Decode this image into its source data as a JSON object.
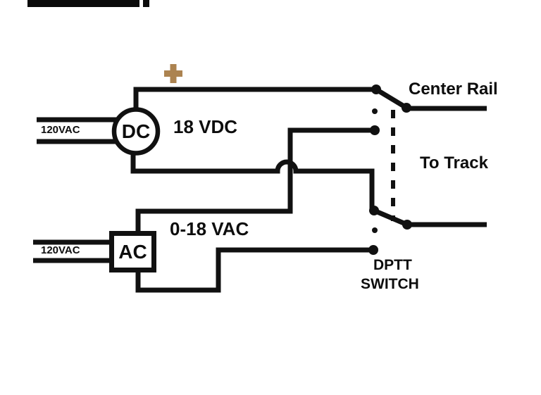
{
  "diagram": {
    "power_supplies": {
      "dc": {
        "label": "DC",
        "input_label": "120VAC",
        "output_label": "18 VDC"
      },
      "ac": {
        "label": "AC",
        "input_label": "120VAC",
        "output_label": "0-18 VAC"
      }
    },
    "switch": {
      "name_line1": "DPTT",
      "name_line2": "SWITCH"
    },
    "outputs": {
      "center_rail": "Center Rail",
      "to_track": "To Track"
    },
    "icons": {
      "plus_polarity": "+"
    },
    "colors": {
      "wire": "#111111",
      "text": "#0d0d0d",
      "polarity_plus": "#ac8350",
      "background": "#ffffff",
      "redaction_bar": "#0b0b0b"
    }
  }
}
